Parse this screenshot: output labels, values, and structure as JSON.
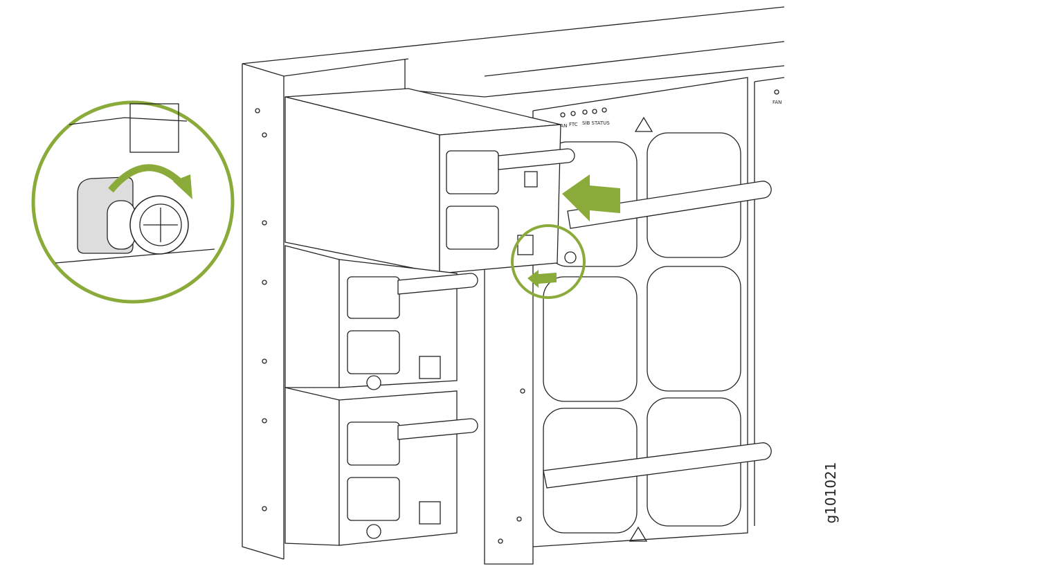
{
  "labels": {
    "led_fan": "FAN",
    "led_ftc": "FTC",
    "led_sib_status": "SIB STATUS",
    "led_fan_right": "FAN"
  },
  "figure_id": "g101021",
  "colors": {
    "accent": "#8aab3a",
    "line": "#222222"
  }
}
